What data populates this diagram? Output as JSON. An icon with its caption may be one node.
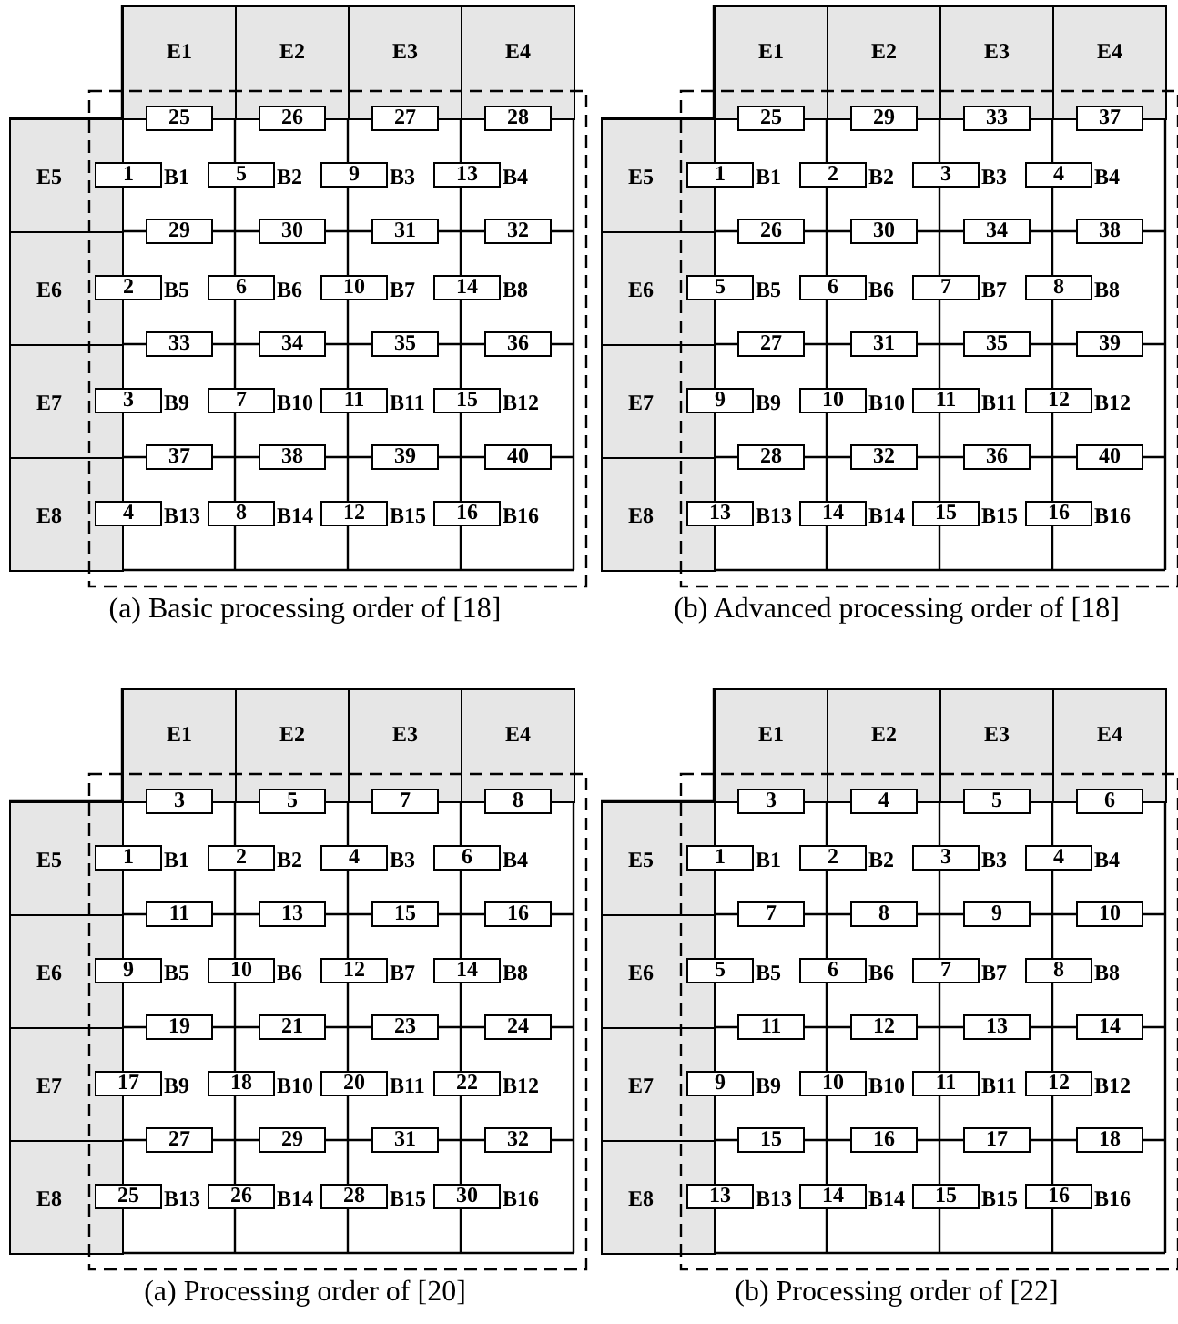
{
  "diagram": {
    "nodes": [
      {
        "text": [
          "E1"
        ]
      },
      {
        "text": [
          "E2"
        ]
      },
      {
        "text": [
          "E3"
        ]
      },
      {
        "text": [
          "E4"
        ]
      },
      {
        "text": [
          "25"
        ]
      },
      {
        "text": [
          "26"
        ]
      },
      {
        "text": [
          "27"
        ]
      },
      {
        "text": [
          "28"
        ]
      },
      {
        "text": [
          "E5"
        ]
      },
      {
        "text": [
          "1"
        ]
      },
      {
        "text": [
          "5"
        ]
      },
      {
        "text": [
          "9"
        ]
      },
      {
        "text": [
          "13"
        ]
      },
      {
        "text": [
          "29"
        ]
      },
      {
        "text": [
          "30"
        ]
      },
      {
        "text": [
          "31"
        ]
      },
      {
        "text": [
          "32"
        ]
      },
      {
        "text": [
          "E6"
        ]
      },
      {
        "text": [
          "2"
        ]
      },
      {
        "text": [
          "6"
        ]
      },
      {
        "text": [
          "10"
        ]
      },
      {
        "text": [
          "14"
        ]
      },
      {
        "text": [
          "33"
        ]
      },
      {
        "text": [
          "34"
        ]
      },
      {
        "text": [
          "35"
        ]
      },
      {
        "text": [
          "36"
        ]
      },
      {
        "text": [
          "E7"
        ]
      },
      {
        "text": [
          "3"
        ]
      },
      {
        "text": [
          "7"
        ]
      },
      {
        "text": [
          "11"
        ]
      },
      {
        "text": [
          "15"
        ]
      },
      {
        "text": [
          "37"
        ]
      },
      {
        "text": [
          "38"
        ]
      },
      {
        "text": [
          "39"
        ]
      },
      {
        "text": [
          "40"
        ]
      },
      {
        "text": [
          "E8"
        ]
      },
      {
        "text": [
          "4"
        ]
      },
      {
        "text": [
          "8"
        ]
      },
      {
        "text": [
          "12"
        ]
      },
      {
        "text": [
          "16"
        ]
      },
      {
        "text": [
          "E1"
        ]
      },
      {
        "text": [
          "E2"
        ]
      },
      {
        "text": [
          "E3"
        ]
      },
      {
        "text": [
          "E4"
        ]
      },
      {
        "text": [
          "25"
        ]
      },
      {
        "text": [
          "29"
        ]
      },
      {
        "text": [
          "33"
        ]
      },
      {
        "text": [
          "37"
        ]
      },
      {
        "text": [
          "E5"
        ]
      },
      {
        "text": [
          "1"
        ]
      },
      {
        "text": [
          "2"
        ]
      },
      {
        "text": [
          "3"
        ]
      },
      {
        "text": [
          "4"
        ]
      },
      {
        "text": [
          "26"
        ]
      },
      {
        "text": [
          "30"
        ]
      },
      {
        "text": [
          "34"
        ]
      },
      {
        "text": [
          "38"
        ]
      },
      {
        "text": [
          "E6"
        ]
      },
      {
        "text": [
          "5"
        ]
      },
      {
        "text": [
          "6"
        ]
      },
      {
        "text": [
          "7"
        ]
      },
      {
        "text": [
          "8"
        ]
      },
      {
        "text": [
          "27"
        ]
      },
      {
        "text": [
          "31"
        ]
      },
      {
        "text": [
          "35"
        ]
      },
      {
        "text": [
          "39"
        ]
      },
      {
        "text": [
          "E7"
        ]
      },
      {
        "text": [
          "9"
        ]
      },
      {
        "text": [
          "10"
        ]
      },
      {
        "text": [
          "11"
        ]
      },
      {
        "text": [
          "12"
        ]
      },
      {
        "text": [
          "28"
        ]
      },
      {
        "text": [
          "32"
        ]
      },
      {
        "text": [
          "36"
        ]
      },
      {
        "text": [
          "40"
        ]
      },
      {
        "text": [
          "E8"
        ]
      },
      {
        "text": [
          "13"
        ]
      },
      {
        "text": [
          "14"
        ]
      },
      {
        "text": [
          "15"
        ]
      },
      {
        "text": [
          "16"
        ]
      },
      {
        "text": [
          "E1"
        ]
      },
      {
        "text": [
          "E2"
        ]
      },
      {
        "text": [
          "E3"
        ]
      },
      {
        "text": [
          "E4"
        ]
      },
      {
        "text": [
          "3"
        ]
      },
      {
        "text": [
          "5"
        ]
      },
      {
        "text": [
          "7"
        ]
      },
      {
        "text": [
          "8"
        ]
      },
      {
        "text": [
          "E5"
        ]
      },
      {
        "text": [
          "1"
        ]
      },
      {
        "text": [
          "2"
        ]
      },
      {
        "text": [
          "4"
        ]
      },
      {
        "text": [
          "6"
        ]
      },
      {
        "text": [
          "11"
        ]
      },
      {
        "text": [
          "13"
        ]
      },
      {
        "text": [
          "15"
        ]
      },
      {
        "text": [
          "16"
        ]
      },
      {
        "text": [
          "E6"
        ]
      },
      {
        "text": [
          "9"
        ]
      },
      {
        "text": [
          "10"
        ]
      },
      {
        "text": [
          "12"
        ]
      },
      {
        "text": [
          "14"
        ]
      },
      {
        "text": [
          "19"
        ]
      },
      {
        "text": [
          "21"
        ]
      },
      {
        "text": [
          "23"
        ]
      },
      {
        "text": [
          "24"
        ]
      },
      {
        "text": [
          "E7"
        ]
      },
      {
        "text": [
          "17"
        ]
      },
      {
        "text": [
          "18"
        ]
      },
      {
        "text": [
          "20"
        ]
      },
      {
        "text": [
          "22"
        ]
      },
      {
        "text": [
          "27"
        ]
      },
      {
        "text": [
          "29"
        ]
      },
      {
        "text": [
          "31"
        ]
      },
      {
        "text": [
          "32"
        ]
      },
      {
        "text": [
          "E8"
        ]
      },
      {
        "text": [
          "25"
        ]
      },
      {
        "text": [
          "26"
        ]
      },
      {
        "text": [
          "28"
        ]
      },
      {
        "text": [
          "30"
        ]
      },
      {
        "text": [
          "E1"
        ]
      },
      {
        "text": [
          "E2"
        ]
      },
      {
        "text": [
          "E3"
        ]
      },
      {
        "text": [
          "E4"
        ]
      },
      {
        "text": [
          "3"
        ]
      },
      {
        "text": [
          "4"
        ]
      },
      {
        "text": [
          "5"
        ]
      },
      {
        "text": [
          "6"
        ]
      },
      {
        "text": [
          "E5"
        ]
      },
      {
        "text": [
          "1"
        ]
      },
      {
        "text": [
          "2"
        ]
      },
      {
        "text": [
          "3"
        ]
      },
      {
        "text": [
          "4"
        ]
      },
      {
        "text": [
          "7"
        ]
      },
      {
        "text": [
          "8"
        ]
      },
      {
        "text": [
          "9"
        ]
      },
      {
        "text": [
          "10"
        ]
      },
      {
        "text": [
          "E6"
        ]
      },
      {
        "text": [
          "5"
        ]
      },
      {
        "text": [
          "6"
        ]
      },
      {
        "text": [
          "7"
        ]
      },
      {
        "text": [
          "8"
        ]
      },
      {
        "text": [
          "11"
        ]
      },
      {
        "text": [
          "12"
        ]
      },
      {
        "text": [
          "13"
        ]
      },
      {
        "text": [
          "14"
        ]
      },
      {
        "text": [
          "E7"
        ]
      },
      {
        "text": [
          "9"
        ]
      },
      {
        "text": [
          "10"
        ]
      },
      {
        "text": [
          "11"
        ]
      },
      {
        "text": [
          "12"
        ]
      },
      {
        "text": [
          "15"
        ]
      },
      {
        "text": [
          "16"
        ]
      },
      {
        "text": [
          "17"
        ]
      },
      {
        "text": [
          "18"
        ]
      },
      {
        "text": [
          "E8"
        ]
      },
      {
        "text": [
          "13"
        ]
      },
      {
        "text": [
          "14"
        ]
      },
      {
        "text": [
          "15"
        ]
      },
      {
        "text": [
          "16"
        ]
      }
    ],
    "labels": [
      "B1",
      "B2",
      "B3",
      "B4",
      "B5",
      "B6",
      "B7",
      "B8",
      "B9",
      "B10",
      "B11",
      "B12",
      "B13",
      "B14",
      "B15",
      "B16",
      "(a) Basic processing order of [18]",
      "B1",
      "B2",
      "B3",
      "B4",
      "B5",
      "B6",
      "B7",
      "B8",
      "B9",
      "B10",
      "B11",
      "B12",
      "B13",
      "B14",
      "B15",
      "B16",
      "(b) Advanced processing order of [18]",
      "B1",
      "B2",
      "B3",
      "B4",
      "B5",
      "B6",
      "B7",
      "B8",
      "B9",
      "B10",
      "B11",
      "B12",
      "B13",
      "B14",
      "B15",
      "B16",
      "(a) Processing order of [20]",
      "B1",
      "B2",
      "B3",
      "B4",
      "B5",
      "B6",
      "B7",
      "B8",
      "B9",
      "B10",
      "B11",
      "B12",
      "B13",
      "B14",
      "B15",
      "B16",
      "(b) Processing order of [22]"
    ]
  }
}
